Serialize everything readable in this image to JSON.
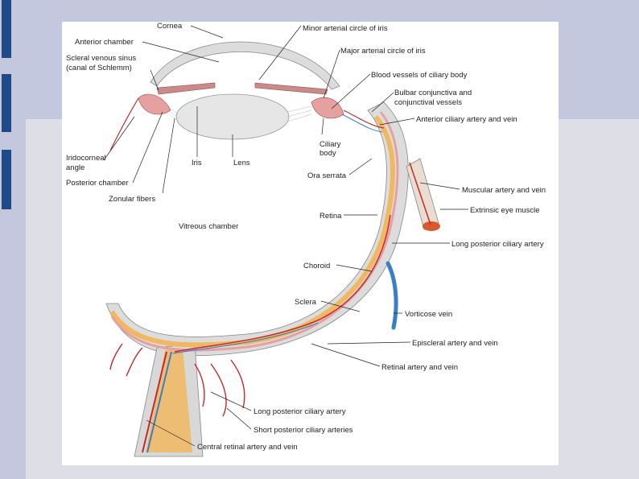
{
  "diagram": {
    "labels": {
      "cornea": "Cornea",
      "anterior_chamber": "Anterior chamber",
      "scleral_venous_sinus_1": "Scleral venous sinus",
      "scleral_venous_sinus_2": "(canal of Schlemm)",
      "iridocorneal_angle_1": "Iridocorneal",
      "iridocorneal_angle_2": "angle",
      "posterior_chamber": "Posterior chamber",
      "zonular_fibers": "Zonular fibers",
      "iris": "Iris",
      "lens": "Lens",
      "vitreous_chamber": "Vitreous chamber",
      "minor_arterial_circle": "Minor arterial circle of iris",
      "major_arterial_circle": "Major arterial circle of iris",
      "blood_vessels_ciliary": "Blood vessels of ciliary body",
      "bulbar_conjunctiva_1": "Bulbar conjunctiva and",
      "bulbar_conjunctiva_2": "conjunctival vessels",
      "anterior_ciliary": "Anterior ciliary artery and vein",
      "ciliary_body_1": "Ciliary",
      "ciliary_body_2": "body",
      "ora_serrata": "Ora serrata",
      "retina": "Retina",
      "choroid": "Choroid",
      "sclera": "Sclera",
      "muscular_artery": "Muscular artery and vein",
      "extrinsic_eye_muscle": "Extrinsic eye muscle",
      "long_posterior_ciliary_1": "Long posterior ciliary artery",
      "vorticose_vein": "Vorticose vein",
      "episcleral_artery": "Episcleral artery and vein",
      "retinal_artery": "Retinal artery and vein",
      "long_posterior_ciliary_2": "Long posterior ciliary artery",
      "short_posterior_ciliary": "Short posterior ciliary arteries",
      "central_retinal": "Central retinal artery and vein"
    },
    "colors": {
      "sclera": "#dcdcdc",
      "retina": "#f0b860",
      "choroid": "#e6a0a0",
      "artery": "#c8282c",
      "vein": "#3a7fc4",
      "tab": "#1f4a87"
    }
  }
}
